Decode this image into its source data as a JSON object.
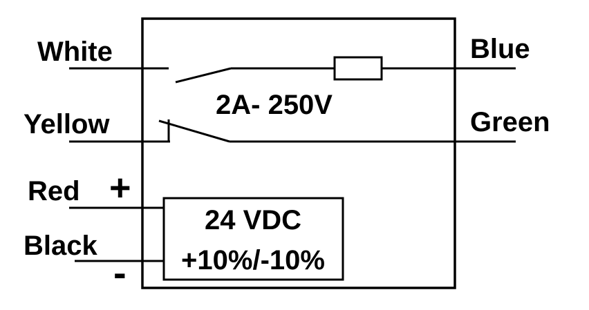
{
  "wires": {
    "left": {
      "white": "White",
      "yellow": "Yellow",
      "red": "Red",
      "black": "Black"
    },
    "right": {
      "blue": "Blue",
      "green": "Green"
    }
  },
  "contact_rating": "2A- 250V",
  "supply": {
    "voltage": "24 VDC",
    "tolerance": "+10%/-10%",
    "plus_symbol": "+",
    "minus_symbol": "-"
  },
  "colors": {
    "ink": "#000000",
    "background": "#ffffff"
  }
}
